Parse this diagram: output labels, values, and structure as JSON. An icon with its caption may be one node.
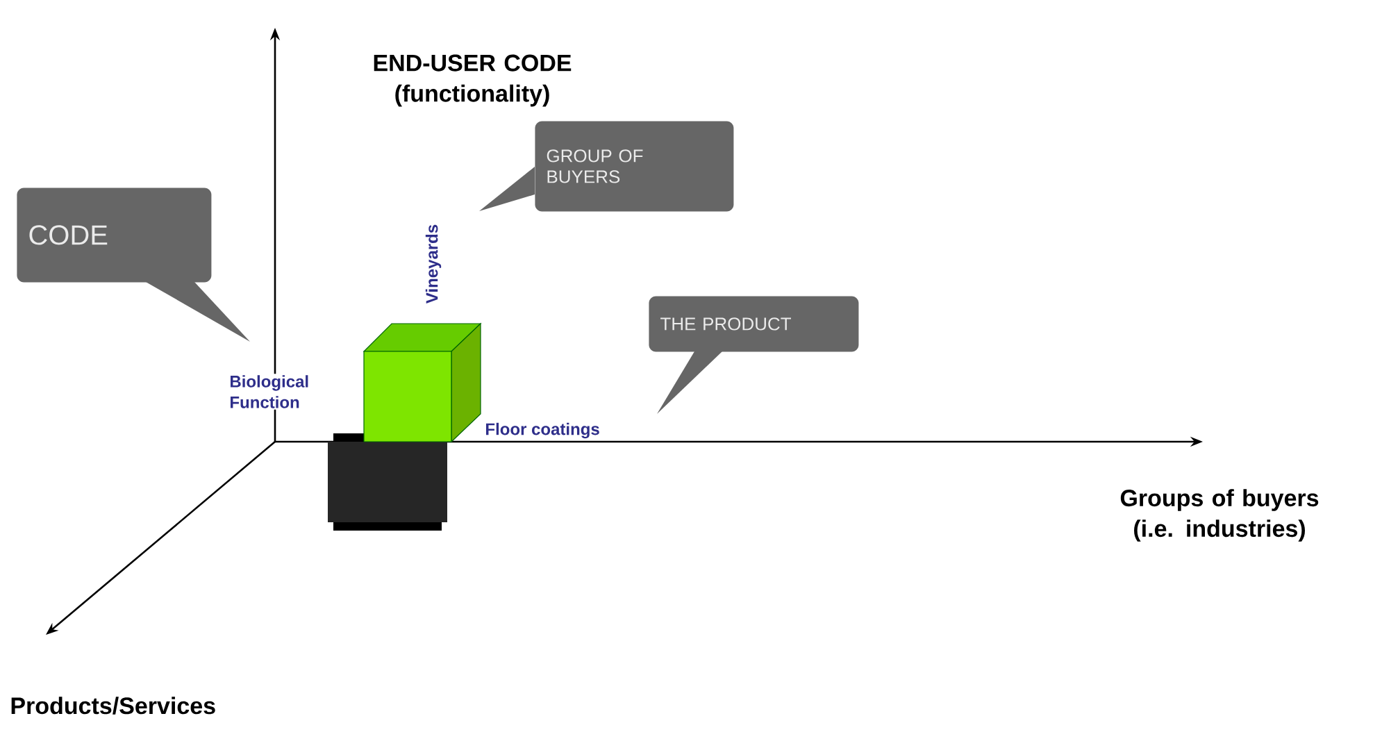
{
  "diagram": {
    "nodes": [
      {
        "text": [
          "CODE"
        ]
      },
      {
        "text": [
          "GROUP OF BUYERS"
        ]
      },
      {
        "text": [
          "THE PRODUCT"
        ]
      }
    ],
    "labels": [
      "END-USER CODE (functionality)",
      "Vineyards",
      "Biological Function",
      "Floor coatings",
      "Groups of buyers (i.e. industries)",
      "Products/Services"
    ]
  }
}
